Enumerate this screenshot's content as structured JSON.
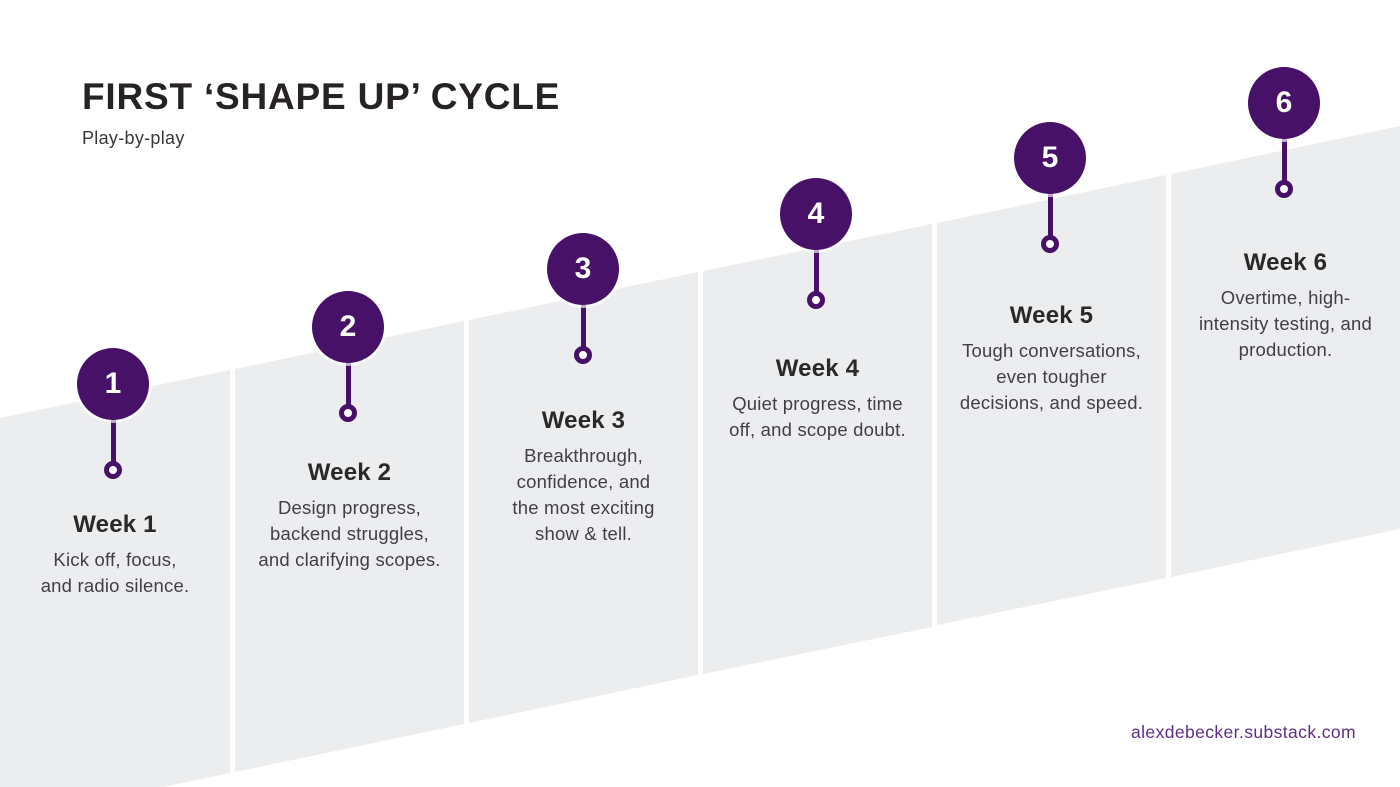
{
  "page": {
    "title": "FIRST ‘SHAPE UP’ CYCLE",
    "subtitle": "Play-by-play",
    "footer": "alexdebecker.substack.com"
  },
  "colors": {
    "marker_purple": "#481168",
    "band_gray": "#ECEDEF",
    "footer_purple": "#5D2E87",
    "title_black": "#272324",
    "body_gray": "#413F42"
  },
  "timeline": {
    "weeks": [
      {
        "number": "1",
        "label": "Week 1",
        "lines": [
          "Kick off, focus,",
          "and radio silence."
        ]
      },
      {
        "number": "2",
        "label": "Week 2",
        "lines": [
          "Design progress,",
          "backend struggles,",
          "and clarifying scopes."
        ]
      },
      {
        "number": "3",
        "label": "Week 3",
        "lines": [
          "Breakthrough,",
          "confidence, and",
          "the most exciting",
          "show & tell."
        ]
      },
      {
        "number": "4",
        "label": "Week 4",
        "lines": [
          "Quiet progress, time",
          "off, and scope doubt."
        ]
      },
      {
        "number": "5",
        "label": "Week 5",
        "lines": [
          "Tough conversations,",
          "even tougher",
          "decisions, and speed."
        ]
      },
      {
        "number": "6",
        "label": "Week 6",
        "lines": [
          "Overtime, high-",
          "intensity testing, and",
          "production."
        ]
      }
    ]
  }
}
